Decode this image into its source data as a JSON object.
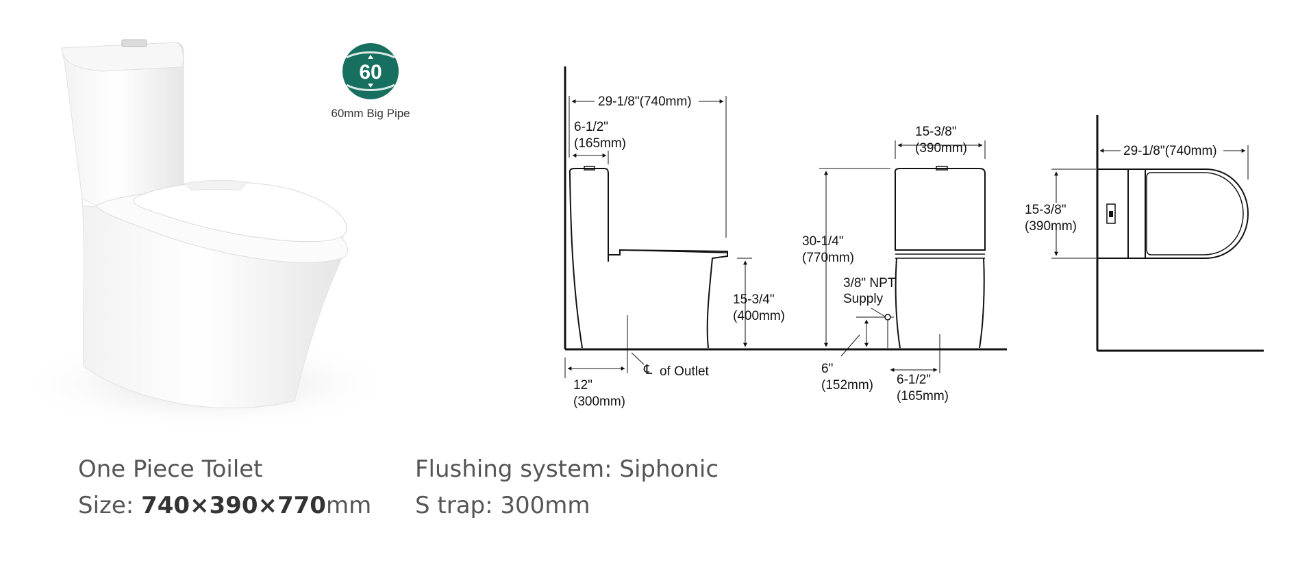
{
  "badge": {
    "number": "60",
    "caption": "60mm Big Pipe",
    "color": "#17705f"
  },
  "dimensions": {
    "side_depth": "29-1/8\"(740mm)",
    "side_offset_in": "6-1/2\"",
    "side_offset_mm": "(165mm)",
    "seat_height_in": "15-3/4\"",
    "seat_height_mm": "(400mm)",
    "rough_in_in": "12\"",
    "rough_in_mm": "(300mm)",
    "outlet_symbol": "℄",
    "outlet_label": "of Outlet",
    "front_width_in": "15-3/8\"",
    "front_width_mm": "(390mm)",
    "height_in": "30-1/4\"",
    "height_mm": "(770mm)",
    "supply_line1": "3/8\" NPT",
    "supply_line2": "Supply",
    "supply_height_in": "6\"",
    "supply_height_mm": "(152mm)",
    "supply_offset_in": "6-1/2\"",
    "supply_offset_mm": "(165mm)",
    "top_depth": "29-1/8\"(740mm)",
    "top_width_in": "15-3/8\"",
    "top_width_mm": "(390mm)"
  },
  "captions": {
    "product": "One Piece Toilet",
    "size_prefix": "Size: ",
    "size_value": "740×390×770",
    "size_unit": "mm",
    "flushing": "Flushing system: Siphonic",
    "trap": "S trap: 300mm"
  }
}
